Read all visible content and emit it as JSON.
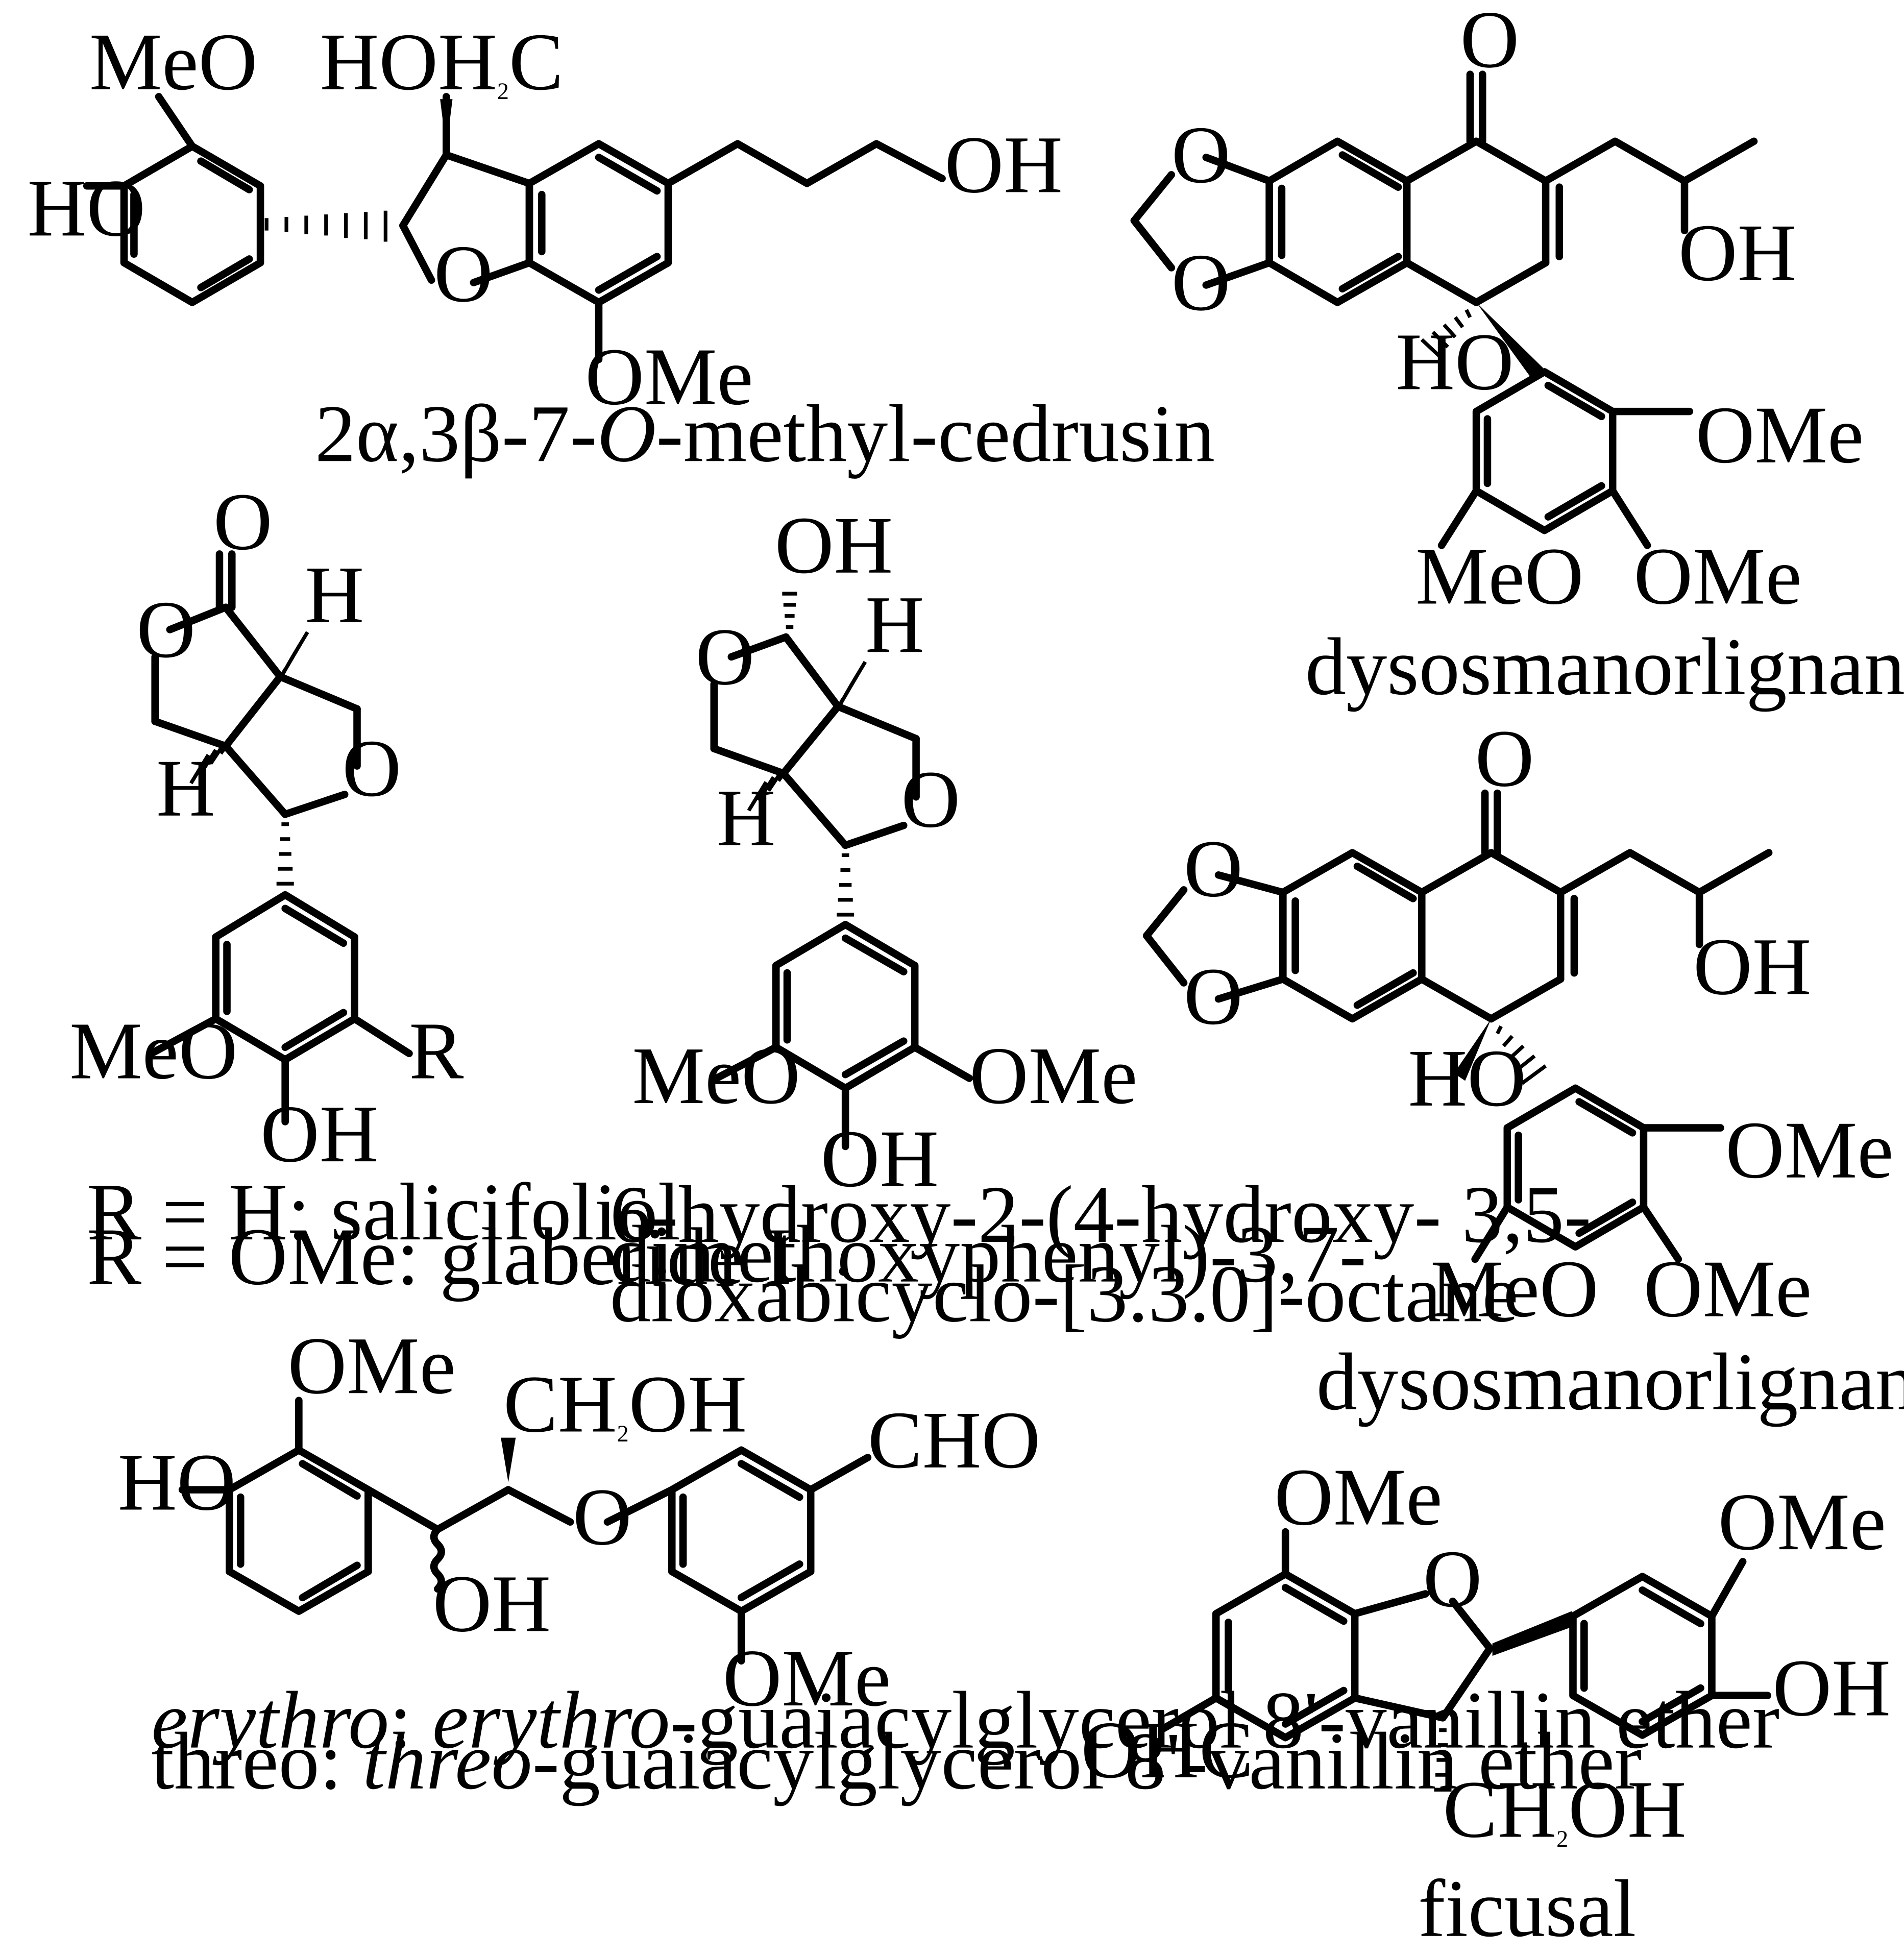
{
  "compounds": {
    "cedrusin": {
      "caption": "2α,3β-7-O-methyl-cedrusin",
      "caption_parts": [
        "2α,3β-7-",
        "O",
        "-methyl-cedrusin"
      ],
      "labels": {
        "meo": "MeO",
        "ho": "HO",
        "hoh2c": "HOH",
        "hoh2c_sub": "2",
        "hoh2c_end": "C",
        "o": "O",
        "oh": "OH",
        "ome": "OMe"
      }
    },
    "dys_b": {
      "caption": "dysosmanorlignan B",
      "labels": {
        "o_ketone": "O",
        "o1": "O",
        "o2": "O",
        "oh": "OH",
        "ho": "HO",
        "ome1": "OMe",
        "meo": "MeO",
        "ome2": "OMe"
      }
    },
    "salicifoliol": {
      "caption_lines": [
        "R = H: salicifoliol",
        "R = OMe: glaberide I"
      ],
      "labels": {
        "o_c": "O",
        "h1": "H",
        "o_ring": "O",
        "h2": "H",
        "o2": "O",
        "meo": "MeO",
        "r": "R",
        "oh": "OH"
      }
    },
    "octane": {
      "caption_lines": [
        "6-hydroxy-2-(4-hydroxy- 3,5-",
        "dimethoxyphenyl)-3,7-",
        "dioxabicyclo-[3.3.0]-octane"
      ],
      "labels": {
        "oh_top": "OH",
        "h1": "H",
        "o_ring": "O",
        "h2": "H",
        "o2": "O",
        "meo": "MeO",
        "ome": "OMe",
        "oh": "OH"
      }
    },
    "dys_a": {
      "caption": "dysosmanorlignan A",
      "labels": {
        "o_ketone": "O",
        "o1": "O",
        "o2": "O",
        "oh": "OH",
        "ho": "HO",
        "ome1": "OMe",
        "meo": "MeO",
        "ome2": "OMe"
      }
    },
    "guaiacyl": {
      "caption_lines": [
        [
          "erythro",
          ": ",
          "erythro",
          "-guaiacylglycerol 8'-vanillin ether"
        ],
        [
          "threo: ",
          "threo",
          "-guaiacylglycerol 8'-vanillin ether"
        ]
      ],
      "labels": {
        "ome_top": "OMe",
        "ho": "HO",
        "ch2oh": "CH",
        "ch2oh_sub": "2",
        "ch2oh_end": "OH",
        "o": "O",
        "oh": "OH",
        "ome": "OMe",
        "cho": "CHO"
      }
    },
    "ficusal": {
      "caption": "ficusal",
      "labels": {
        "ome_top": "OMe",
        "o": "O",
        "ome_r": "OMe",
        "oh": "OH",
        "ohc": "OHC",
        "ch2oh": "CH",
        "ch2oh_sub": "2",
        "ch2oh_end": "OH"
      }
    }
  }
}
